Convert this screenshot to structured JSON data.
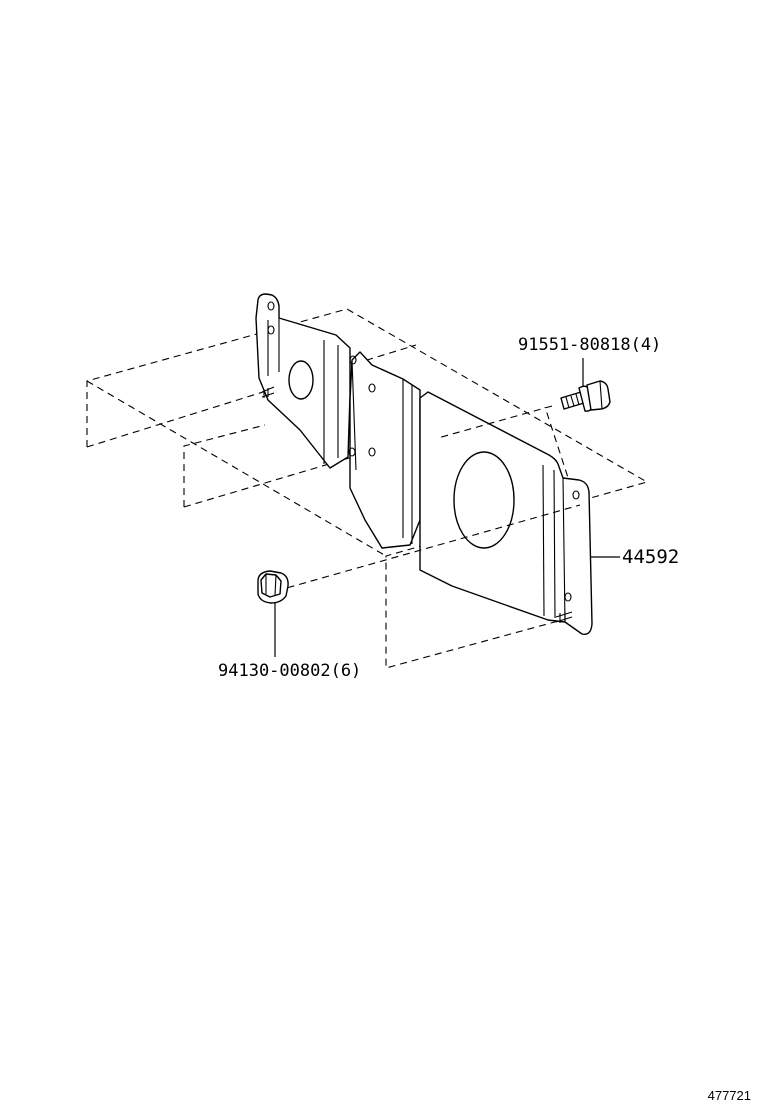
{
  "diagram": {
    "labels": {
      "bolt": "91551-80818(4)",
      "bracket": "44592",
      "nut": "94130-00802(6)"
    },
    "figure_number": "477721"
  }
}
